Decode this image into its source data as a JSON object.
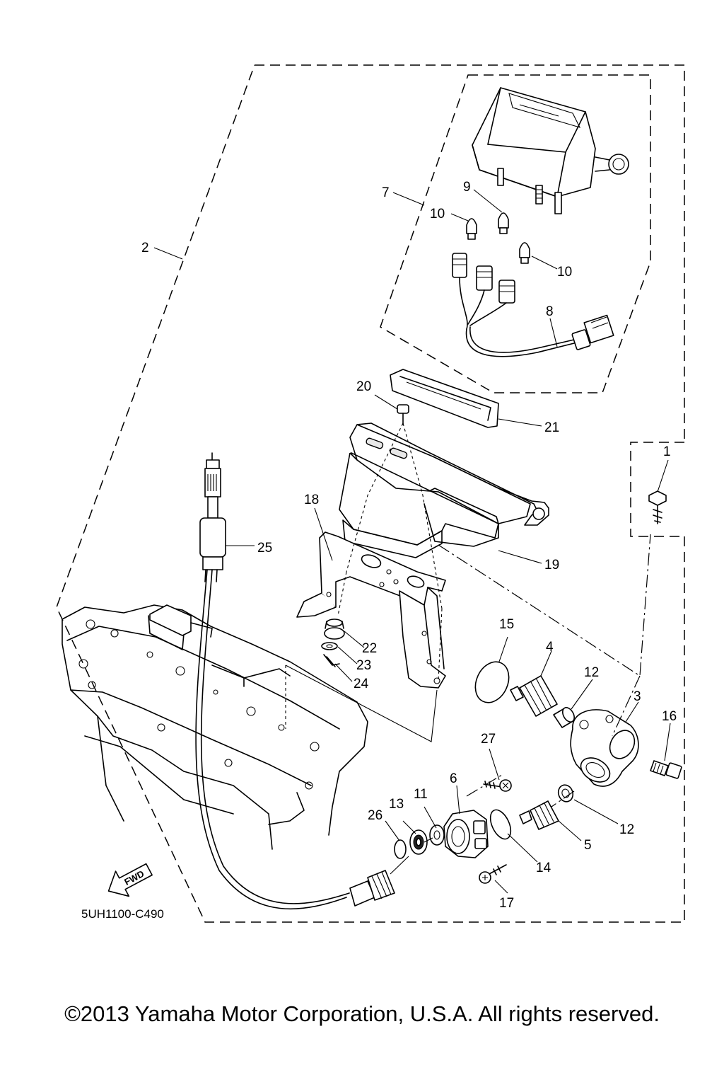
{
  "diagram": {
    "drawing_code": "5UH1100-C490",
    "direction_marker": "FWD",
    "callouts": [
      "1",
      "2",
      "3",
      "4",
      "5",
      "6",
      "7",
      "8",
      "9",
      "10",
      "10",
      "11",
      "12",
      "12",
      "13",
      "14",
      "15",
      "16",
      "17",
      "18",
      "19",
      "20",
      "21",
      "22",
      "23",
      "24",
      "25",
      "26",
      "27"
    ]
  },
  "footer": {
    "copyright": "©2013 Yamaha Motor Corporation, U.S.A. All rights reserved."
  }
}
